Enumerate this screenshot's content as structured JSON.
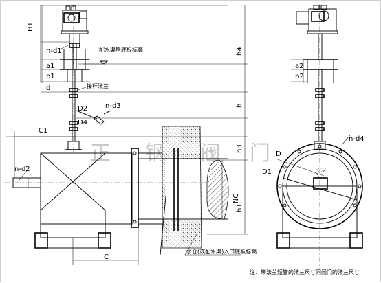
{
  "watermark": [
    "正",
    "钢",
    "阀",
    "门"
  ],
  "dimensions": {
    "H1": "H1",
    "h4": "h4",
    "h": "h",
    "h3": "h3",
    "h1": "h1",
    "nd1": "n-d1",
    "a1": "a1",
    "b1": "b1",
    "d": "d",
    "D2": "D2",
    "D4": "D4",
    "nd3": "n-d3",
    "C1": "C1",
    "nd2": "n-d2",
    "DN": "DN",
    "C": "C",
    "a2": "a2",
    "b2": "b2",
    "nd4": "n-d4",
    "D": "D",
    "D1": "D1",
    "C2": "C2"
  },
  "annotations": {
    "floor_level": "配水渠房底板标高",
    "extension_flange": "接杆法兰",
    "inlet_level": "水仓(或配水渠)入口底板标高",
    "note": "注：带法兰短管的法兰尺寸同闸门的法兰尺寸"
  }
}
